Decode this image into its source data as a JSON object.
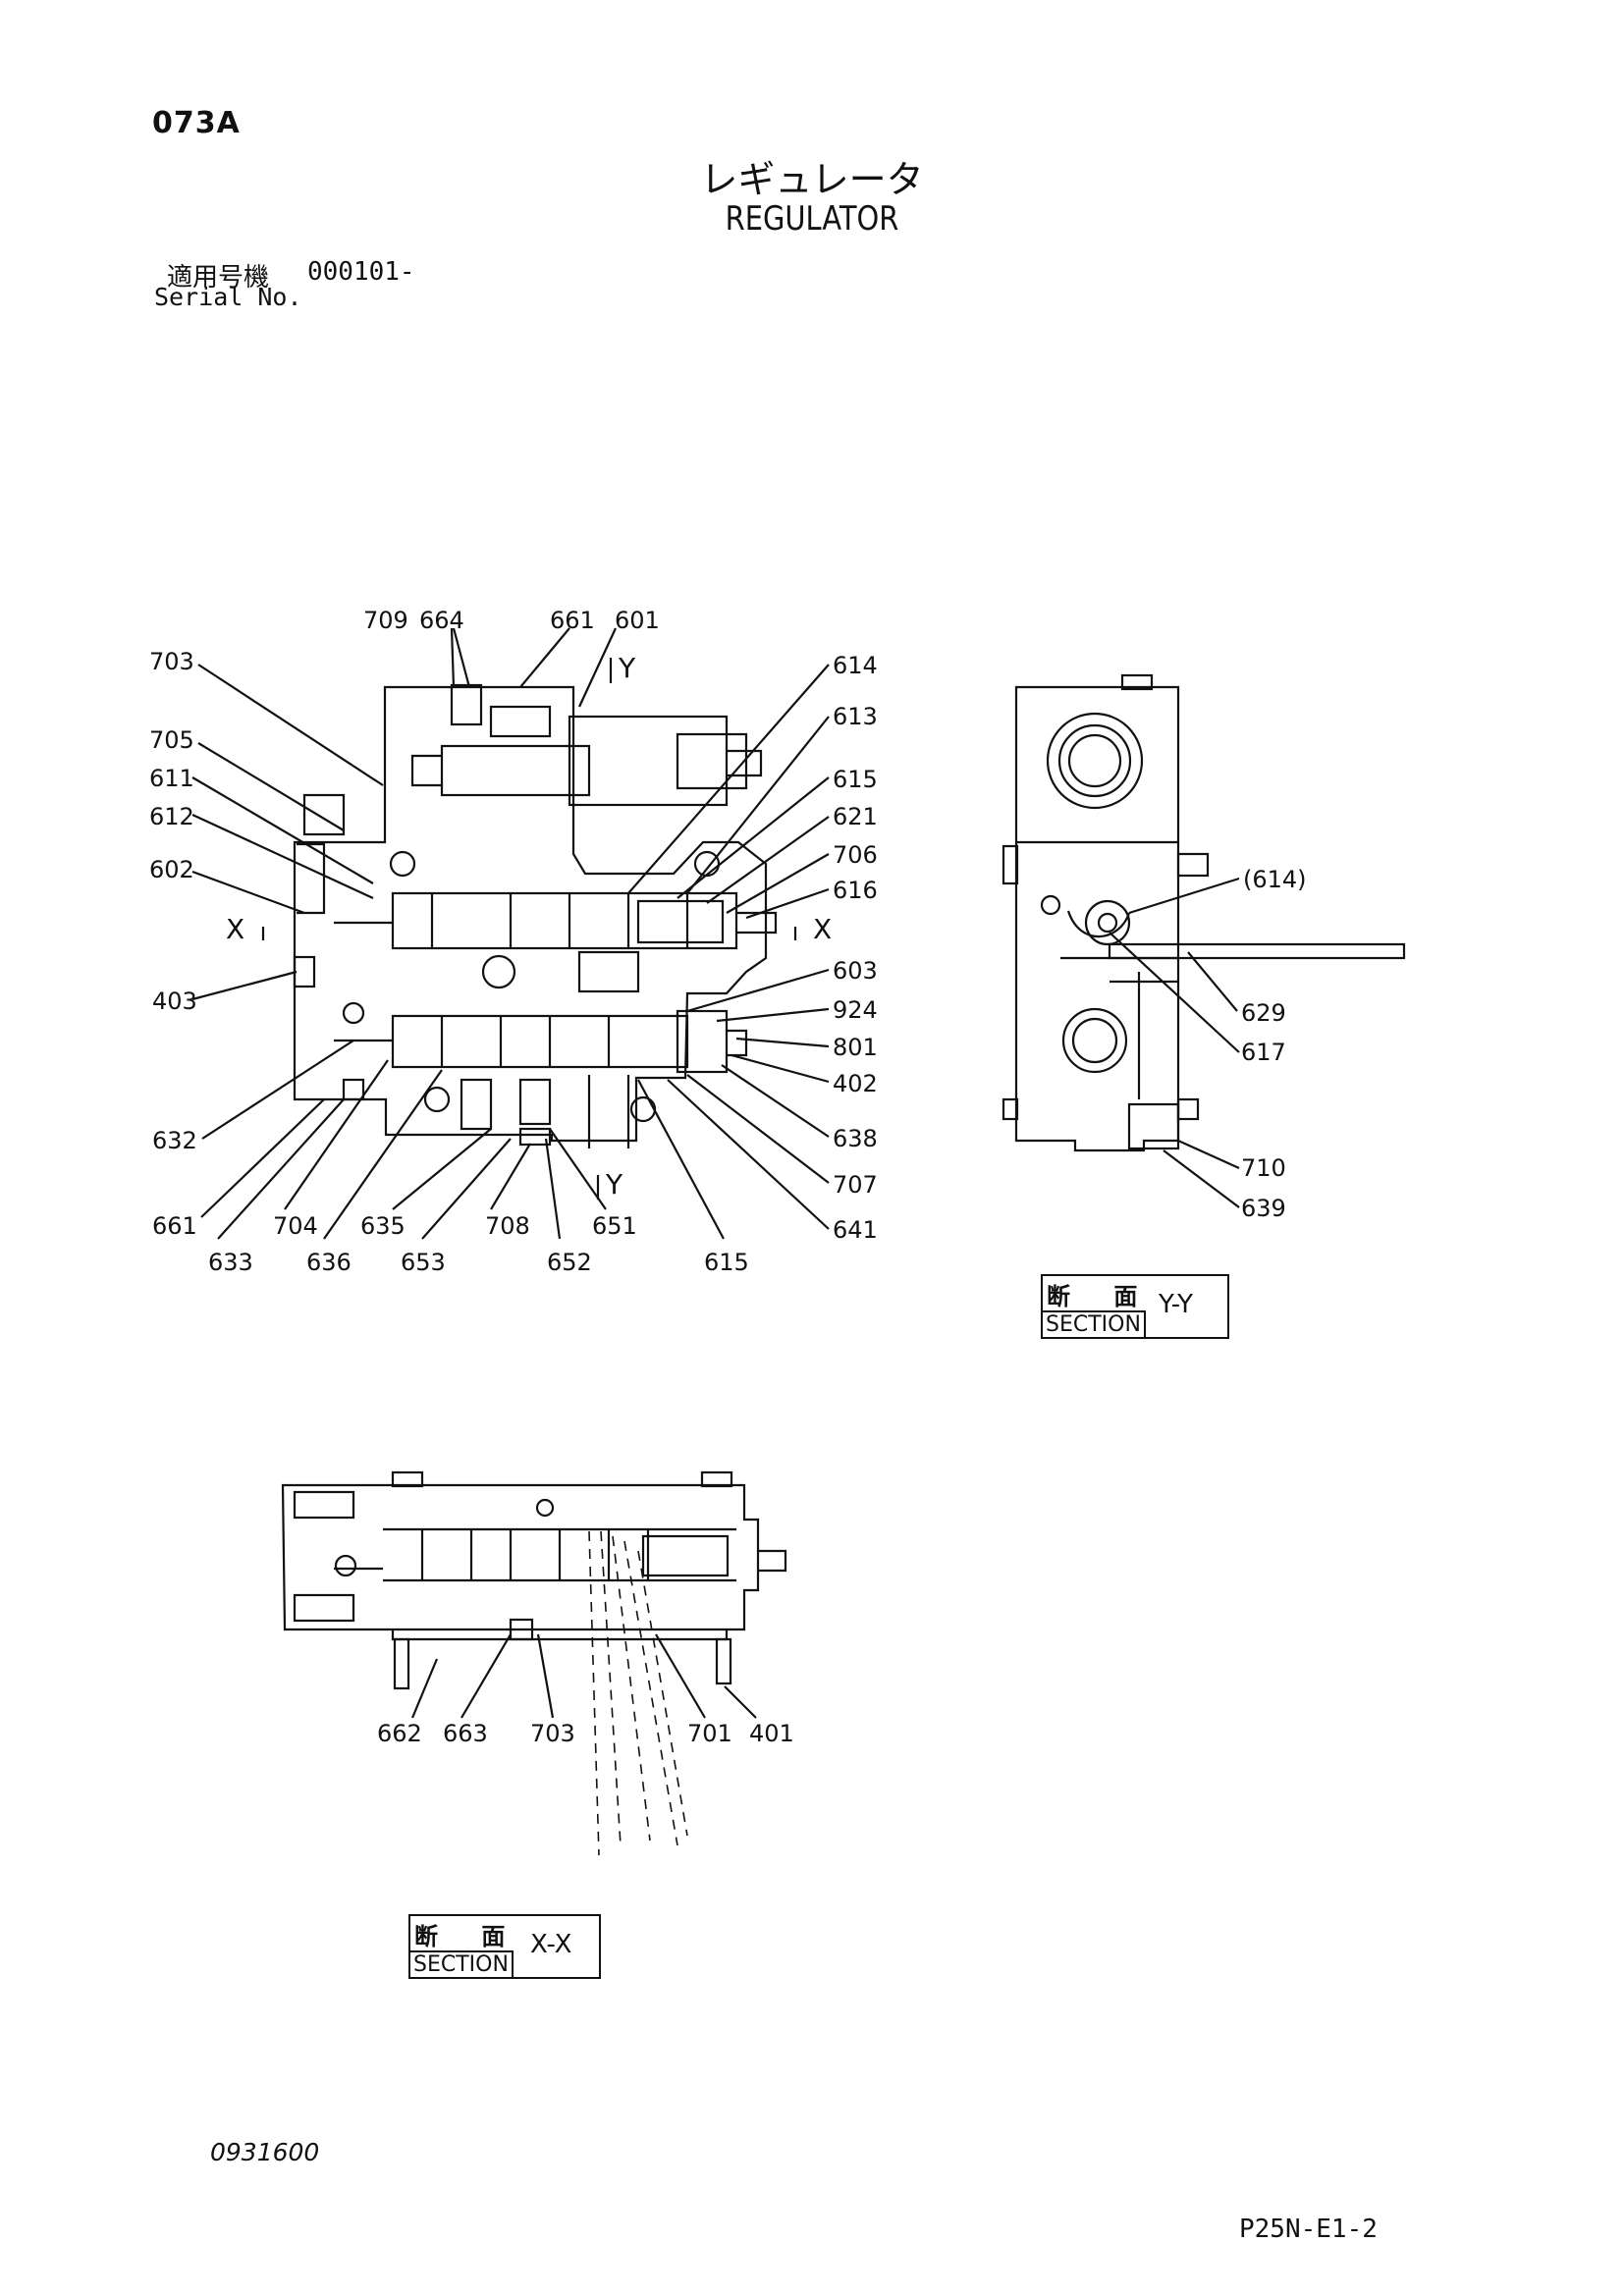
{
  "header": {
    "page_code": "073A",
    "title_jp": "レギュレータ",
    "title_en": "REGULATOR",
    "serial_label_jp": "適用号機",
    "serial_value": "000101-",
    "serial_label_en": "Serial No."
  },
  "front_view": {
    "callouts": {
      "c709": "709",
      "c664": "664",
      "c661a": "661",
      "c601": "601",
      "c703": "703",
      "c705": "705",
      "c611": "611",
      "c612": "612",
      "c602": "602",
      "c403": "403",
      "c632": "632",
      "c614": "614",
      "c613": "613",
      "c615a": "615",
      "c621": "621",
      "c706": "706",
      "c616": "616",
      "c603": "603",
      "c924": "924",
      "c801": "801",
      "c402": "402",
      "c638": "638",
      "c707": "707",
      "c641": "641",
      "c661b": "661",
      "c704": "704",
      "c635": "635",
      "c708": "708",
      "c651": "651",
      "c633": "633",
      "c636": "636",
      "c653": "653",
      "c652": "652",
      "c615b": "615"
    },
    "markers": {
      "x_left": "X",
      "x_right": "X",
      "y_top": "Y",
      "y_bottom": "Y"
    }
  },
  "side_view": {
    "callouts": {
      "c614p": "(614)",
      "c629": "629",
      "c617": "617",
      "c710": "710",
      "c639": "639"
    },
    "section": {
      "jp": "断 面",
      "en": "SECTION",
      "code": "Y-Y"
    }
  },
  "top_view": {
    "callouts": {
      "c662": "662",
      "c663": "663",
      "c703": "703",
      "c701": "701",
      "c401": "401"
    },
    "section": {
      "jp": "断 面",
      "en": "SECTION",
      "code": "X-X"
    }
  },
  "footer": {
    "doc_number": "0931600",
    "page_ref": "P25N-E1-2"
  }
}
